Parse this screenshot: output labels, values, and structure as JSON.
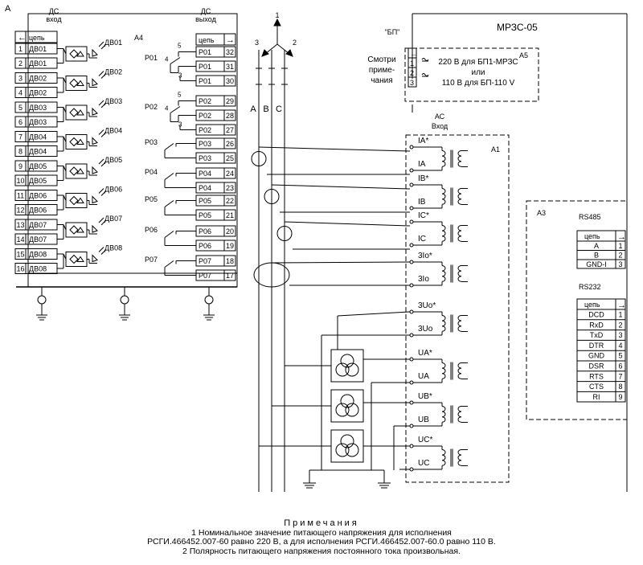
{
  "labels": {
    "corner_a": "A",
    "dc_in": [
      "ДС",
      "вход"
    ],
    "dc_out": [
      "ДС",
      "выход"
    ],
    "a4": "A4",
    "chain": "цепь",
    "bp_quote": "\"БП\"",
    "device": "МРЗС-05",
    "see_note": [
      "Смотри",
      "приме-",
      "чания"
    ],
    "a5": "A5",
    "supply": [
      "220 В для БП1-МРЗС",
      "или",
      "110 В для БП-110 V"
    ],
    "ac_in": [
      "АС",
      "Вход"
    ],
    "a1": "A1",
    "a3": "A3",
    "rs485": "RS485",
    "rs232": "RS232",
    "phase_axis": "1",
    "phase_right": "2",
    "phase_left": "3",
    "bus": [
      "A",
      "B",
      "C"
    ]
  },
  "inputs": [
    {
      "n1": "1",
      "n2": "2",
      "name": "ДВ01"
    },
    {
      "n1": "3",
      "n2": "4",
      "name": "ДВ02"
    },
    {
      "n1": "5",
      "n2": "6",
      "name": "ДВ03"
    },
    {
      "n1": "7",
      "n2": "8",
      "name": "ДВ04"
    },
    {
      "n1": "9",
      "n2": "10",
      "name": "ДВ05"
    },
    {
      "n1": "11",
      "n2": "12",
      "name": "ДВ06"
    },
    {
      "n1": "13",
      "n2": "14",
      "name": "ДВ07"
    },
    {
      "n1": "15",
      "n2": "16",
      "name": "ДВ08"
    }
  ],
  "relays": [
    {
      "name": "Р01",
      "term": "32",
      "rows": [
        {
          "label": "Р01",
          "term": "32"
        },
        {
          "label": "Р01",
          "term": "31"
        },
        {
          "label": "Р01",
          "term": "30"
        }
      ],
      "contacts": [
        "5",
        "4",
        "3"
      ]
    },
    {
      "name": "Р02",
      "rows": [
        {
          "label": "Р02",
          "term": "29"
        },
        {
          "label": "Р02",
          "term": "28"
        },
        {
          "label": "Р02",
          "term": "27"
        }
      ],
      "contacts": [
        "5",
        "4",
        "3"
      ]
    },
    {
      "name": "Р03",
      "rows": [
        {
          "label": "Р03",
          "term": "26"
        },
        {
          "label": "Р03",
          "term": "25"
        }
      ]
    },
    {
      "name": "Р04",
      "rows": [
        {
          "label": "Р04",
          "term": "24"
        },
        {
          "label": "Р04",
          "term": "23"
        }
      ]
    },
    {
      "name": "Р05",
      "rows": [
        {
          "label": "Р05",
          "term": "22"
        },
        {
          "label": "Р05",
          "term": "21"
        }
      ]
    },
    {
      "name": "Р06",
      "rows": [
        {
          "label": "Р06",
          "term": "20"
        },
        {
          "label": "Р06",
          "term": "19"
        }
      ]
    },
    {
      "name": "Р07",
      "rows": [
        {
          "label": "Р07",
          "term": "18"
        },
        {
          "label": "Р07",
          "term": "17"
        }
      ]
    }
  ],
  "ac_inputs": [
    "IA*",
    "IA",
    "IB*",
    "IB",
    "IC*",
    "IC",
    "3Io*",
    "3Io",
    "3Uo*",
    "3Uo",
    "UA*",
    "UA",
    "UB*",
    "UB",
    "UC*",
    "UC"
  ],
  "rs485": [
    {
      "name": "A",
      "n": "1"
    },
    {
      "name": "B",
      "n": "2"
    },
    {
      "name": "GND-I",
      "n": "3"
    }
  ],
  "rs232": [
    {
      "name": "DCD",
      "n": "1"
    },
    {
      "name": "RxD",
      "n": "2"
    },
    {
      "name": "TxD",
      "n": "3"
    },
    {
      "name": "DTR",
      "n": "4"
    },
    {
      "name": "GND",
      "n": "5"
    },
    {
      "name": "DSR",
      "n": "6"
    },
    {
      "name": "RTS",
      "n": "7"
    },
    {
      "name": "CTS",
      "n": "8"
    },
    {
      "name": "RI",
      "n": "9"
    }
  ],
  "notes": {
    "title": "Примечания",
    "line1": "1 Номинальное значение питающего напряжения для исполнения",
    "line2": "РСГИ.466452.007-60 равно 220 В, а для исполнения РСГИ.466452.007-60.0 равно 110 В.",
    "line3": "2 Полярность питающего напряжения постоянного тока произвольная."
  }
}
